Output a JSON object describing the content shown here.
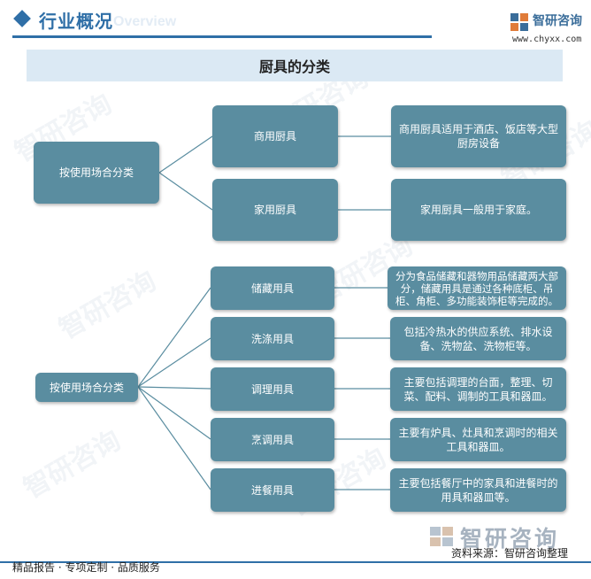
{
  "header": {
    "title": "行业概况",
    "subtitle": "Overview",
    "logo_name": "智研咨询",
    "logo_url": "www.chyxx.com"
  },
  "diagram": {
    "title": "厨具的分类",
    "group1": {
      "root": "按使用场合分类",
      "nodes": [
        {
          "label": "商用厨具",
          "desc": "商用厨具适用于酒店、饭店等大型厨房设备"
        },
        {
          "label": "家用厨具",
          "desc": "家用厨具一般用于家庭。"
        }
      ]
    },
    "group2": {
      "root": "按使用场合分类",
      "nodes": [
        {
          "label": "储藏用具",
          "desc": "分为食品储藏和器物用品储藏两大部分，储藏用具是通过各种底柜、吊柜、角柜、多功能装饰柜等完成的。"
        },
        {
          "label": "洗涤用具",
          "desc": "包括冷热水的供应系统、排水设备、洗物盆、洗物柜等。"
        },
        {
          "label": "调理用具",
          "desc": "主要包括调理的台面，整理、切菜、配料、调制的工具和器皿。"
        },
        {
          "label": "烹调用具",
          "desc": "主要有炉具、灶具和烹调时的相关工具和器皿。"
        },
        {
          "label": "进餐用具",
          "desc": "主要包括餐厅中的家具和进餐时的用具和器皿等。"
        }
      ]
    }
  },
  "watermark": "智研咨询",
  "footer": {
    "logo_name": "智研咨询",
    "services": "精品报告 · 专项定制 · 品质服务",
    "source": "资料来源：智研咨询整理"
  },
  "colors": {
    "box": "#5a8da0",
    "accent": "#2f6fa7",
    "title_band": "#dbe9f4",
    "line": "#5a8da0"
  }
}
